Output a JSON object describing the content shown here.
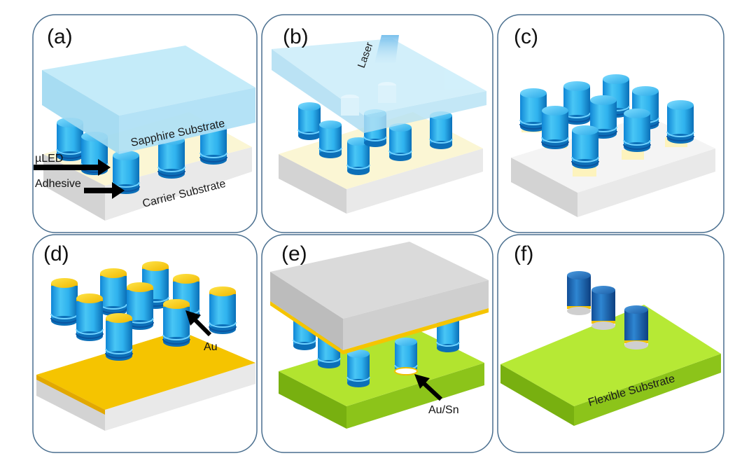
{
  "panels": {
    "a": {
      "tag": "(a)",
      "labels": {
        "sapphire": "Sapphire Substrate",
        "carrier": "Carrier Substrate",
        "uled": "µLED",
        "adhesive": "Adhesive"
      }
    },
    "b": {
      "tag": "(b)",
      "labels": {
        "laser": "Laser"
      }
    },
    "c": {
      "tag": "(c)"
    },
    "d": {
      "tag": "(d)",
      "labels": {
        "au": "Au"
      }
    },
    "e": {
      "tag": "(e)",
      "labels": {
        "ausn": "Au/Sn"
      }
    },
    "f": {
      "tag": "(f)",
      "labels": {
        "flexible": "Flexible Substrate"
      }
    }
  },
  "colors": {
    "frame": "#4a6f8f",
    "cyan_led": "#29a9e8",
    "sapphire": "#a9dff4",
    "carrier": "#dcdcdc",
    "adhesive": "#fff6c8",
    "gold": "#f5c400",
    "green_substrate": "#a8dc2c",
    "dark_led": "#1f72c0",
    "arrow": "#000000"
  }
}
